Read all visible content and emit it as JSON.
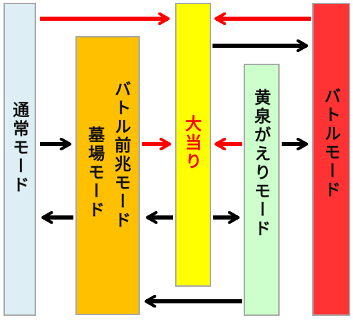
{
  "modes": {
    "normal": {
      "label": "通常モード",
      "color": "#ddeef5"
    },
    "grave": {
      "line1": "バトル前兆モード",
      "line2": "墓場モード",
      "color": "#ffc000"
    },
    "jackpot": {
      "label": "大当り",
      "color": "#ffff00",
      "text_color": "#ff0000"
    },
    "revive": {
      "label": "黄泉がえりモード",
      "color": "#ccffcc"
    },
    "battle": {
      "label": "バトルモード",
      "color": "#ff3333"
    }
  },
  "arrow_colors": {
    "to_jackpot": "#ff0000",
    "other": "#000000"
  }
}
